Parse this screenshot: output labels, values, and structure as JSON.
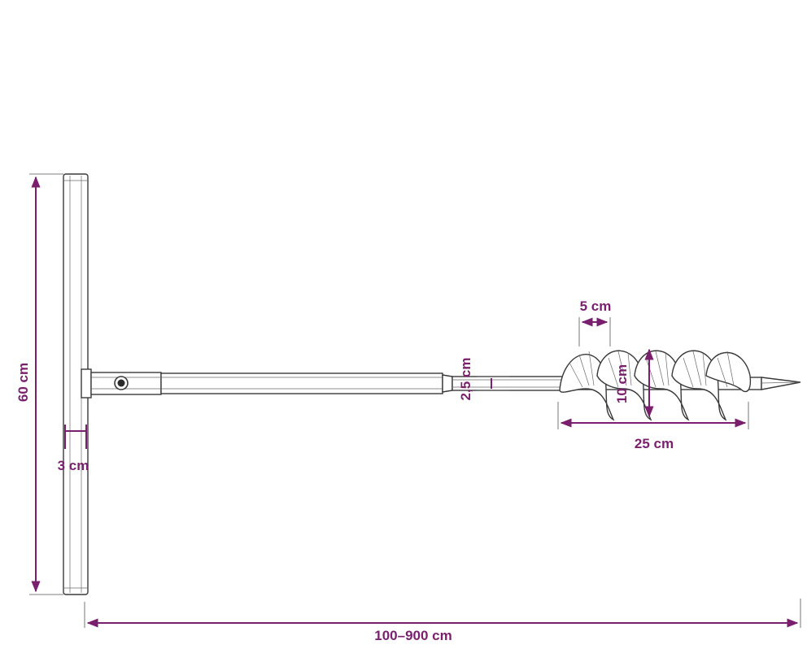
{
  "dimensions": {
    "handle_length": "60 cm",
    "handle_diameter": "3 cm",
    "total_length": "100–900 cm",
    "shaft_diameter": "2,5 cm",
    "flight_pitch": "5 cm",
    "flight_diameter": "10 cm",
    "auger_length": "25 cm"
  },
  "colors": {
    "dimension": "#7a1f6e",
    "line_art": "#3a3a3a",
    "background": "#ffffff"
  }
}
